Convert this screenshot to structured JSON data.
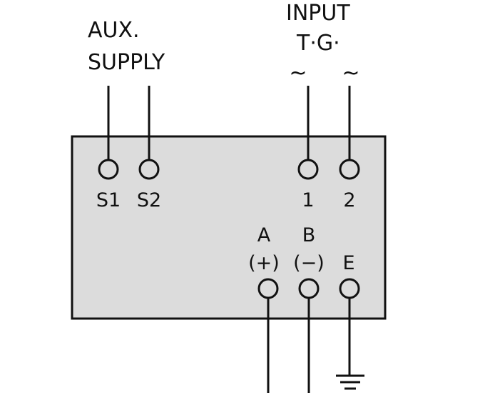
{
  "labels": {
    "aux_line1": "AUX.",
    "aux_line2": "SUPPLY",
    "input_line1": "INPUT",
    "input_line2": "T·G·",
    "ac_symbol": "~"
  },
  "terminals": {
    "s1": "S1",
    "s2": "S2",
    "in1": "1",
    "in2": "2",
    "a": "A",
    "b": "B",
    "a_polarity": "(+)",
    "b_polarity": "(−)",
    "e": "E"
  },
  "colors": {
    "box_fill": "#dcdcdc",
    "stroke": "#111111"
  }
}
